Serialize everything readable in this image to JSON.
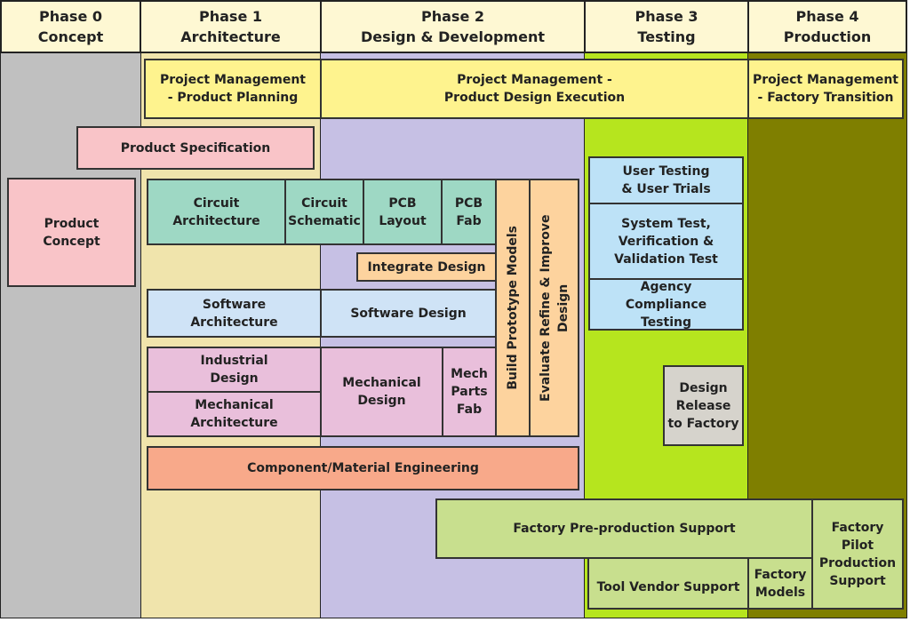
{
  "phases": [
    {
      "num": "Phase 0",
      "name": "Concept"
    },
    {
      "num": "Phase 1",
      "name": "Architecture"
    },
    {
      "num": "Phase 2",
      "name": "Design & Development"
    },
    {
      "num": "Phase 3",
      "name": "Testing"
    },
    {
      "num": "Phase 4",
      "name": "Production"
    }
  ],
  "colors": {
    "phase0": "#c0c0c0",
    "phase1": "#f0e4ac",
    "phase2": "#c6c0e4",
    "phase3": "#b6e51e",
    "phase4": "#7f7f00"
  },
  "boxes": {
    "pm_planning": "Project Management - Product Planning",
    "pm_execution": "Project Management - Product Design Execution",
    "pm_transition": "Project Management - Factory Transition",
    "product_spec": "Product Specification",
    "product_concept": "Product Concept",
    "circuit_arch": "Circuit Architecture",
    "circuit_schematic": "Circuit Schematic",
    "pcb_layout": "PCB Layout",
    "pcb_fab": "PCB Fab",
    "build_prototype": "Build Prototype Models",
    "evaluate": "Evaluate Refine & Improve Design",
    "integrate": "Integrate Design",
    "sw_arch": "Software Architecture",
    "sw_design": "Software Design",
    "industrial": "Industrial Design",
    "mech_arch": "Mechanical Architecture",
    "mech_design": "Mechanical Design",
    "mech_fab": "Mech Parts Fab",
    "component": "Component/Material Engineering",
    "user_testing": "User Testing & User Trials",
    "system_test": "System Test, Verification & Validation Test",
    "agency": "Agency Compliance Testing",
    "release": "Design Release to Factory",
    "preproduction": "Factory Pre-production Support",
    "tool_vendor": "Tool Vendor Support",
    "factory_models": "Factory Models",
    "pilot": "Factory Pilot Production Support"
  }
}
